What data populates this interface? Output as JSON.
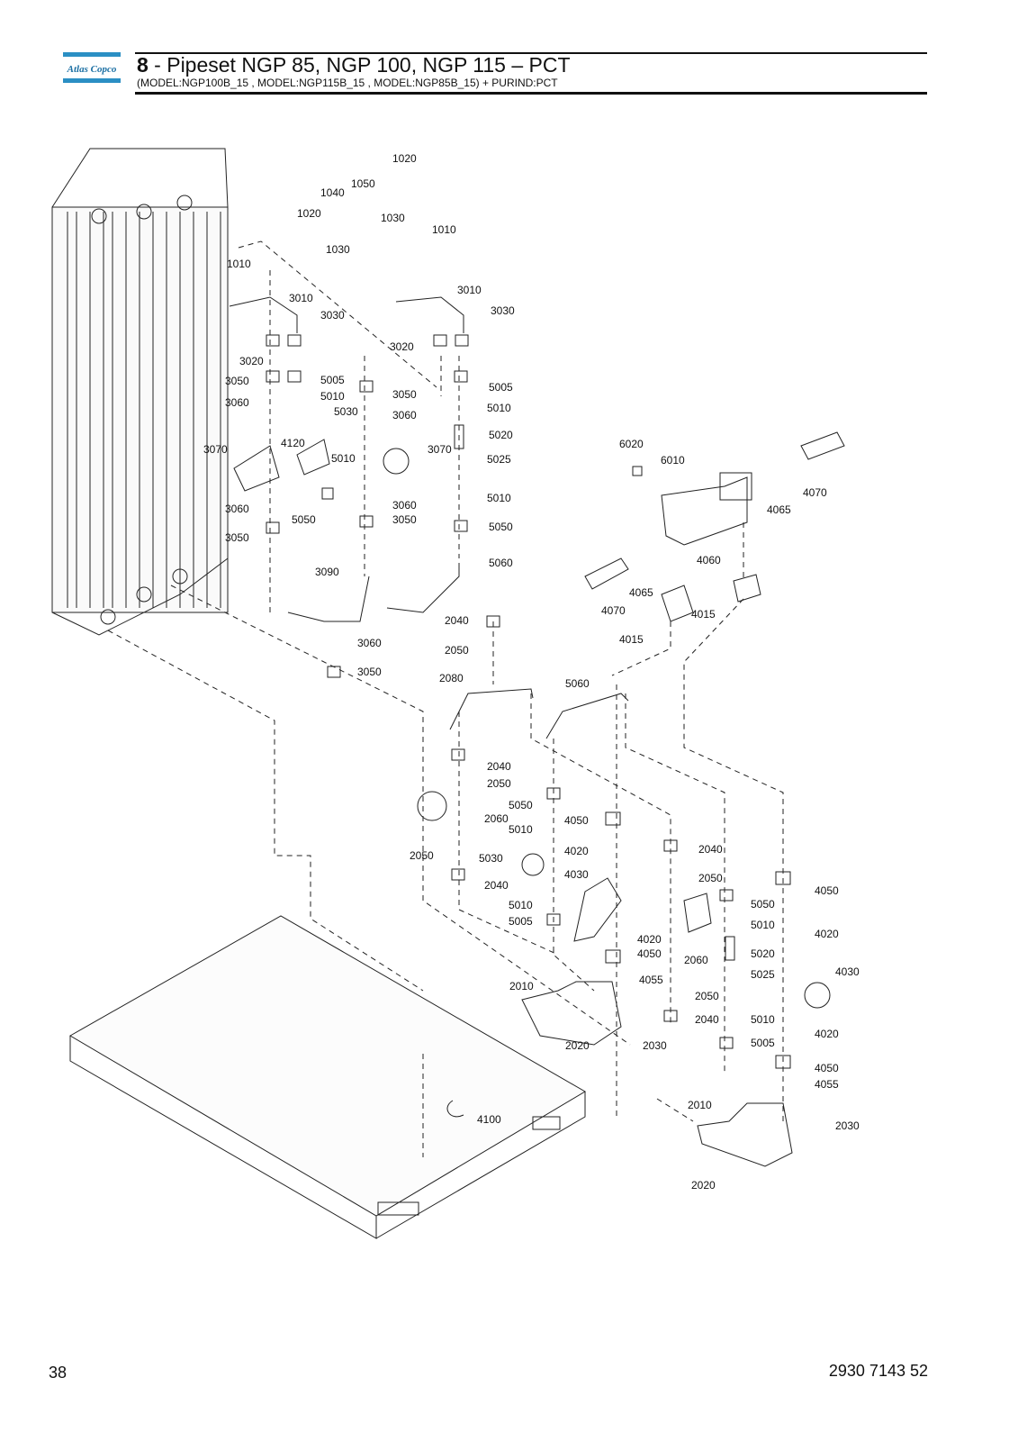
{
  "header": {
    "logo_text": "Atlas Copco",
    "section_number": "8",
    "title": " - Pipeset NGP 85, NGP 100, NGP 115 – PCT",
    "subtitle": "(MODEL:NGP100B_15 , MODEL:NGP115B_15 , MODEL:NGP85B_15) + PURIND:PCT"
  },
  "footer": {
    "page_number": "38",
    "document_number": "2930 7143 52"
  },
  "diagram": {
    "callouts": [
      "1020",
      "1040",
      "1050",
      "1030",
      "1020",
      "1010",
      "1030",
      "1010",
      "3010",
      "3030",
      "3020",
      "3010",
      "3030",
      "3020",
      "3050",
      "5005",
      "3060",
      "5010",
      "5030",
      "3070",
      "4120",
      "5010",
      "3060",
      "5050",
      "3050",
      "3050",
      "3060",
      "3070",
      "5005",
      "5010",
      "5020",
      "5025",
      "3060",
      "3050",
      "5010",
      "5050",
      "5060",
      "3090",
      "3060",
      "3050",
      "6020",
      "6010",
      "4070",
      "4065",
      "4060",
      "4065",
      "4070",
      "4015",
      "4015",
      "2040",
      "2050",
      "2080",
      "5060",
      "2040",
      "2050",
      "2060",
      "2050",
      "2040",
      "5050",
      "5010",
      "5030",
      "5010",
      "5005",
      "4050",
      "4020",
      "4030",
      "4020",
      "4050",
      "2040",
      "2050",
      "2060",
      "5050",
      "5010",
      "5020",
      "5025",
      "4050",
      "4020",
      "4030",
      "2010",
      "2020",
      "2030",
      "4055",
      "2050",
      "2040",
      "5010",
      "5005",
      "4020",
      "4050",
      "4055",
      "2010",
      "2030",
      "2020",
      "4100"
    ]
  }
}
